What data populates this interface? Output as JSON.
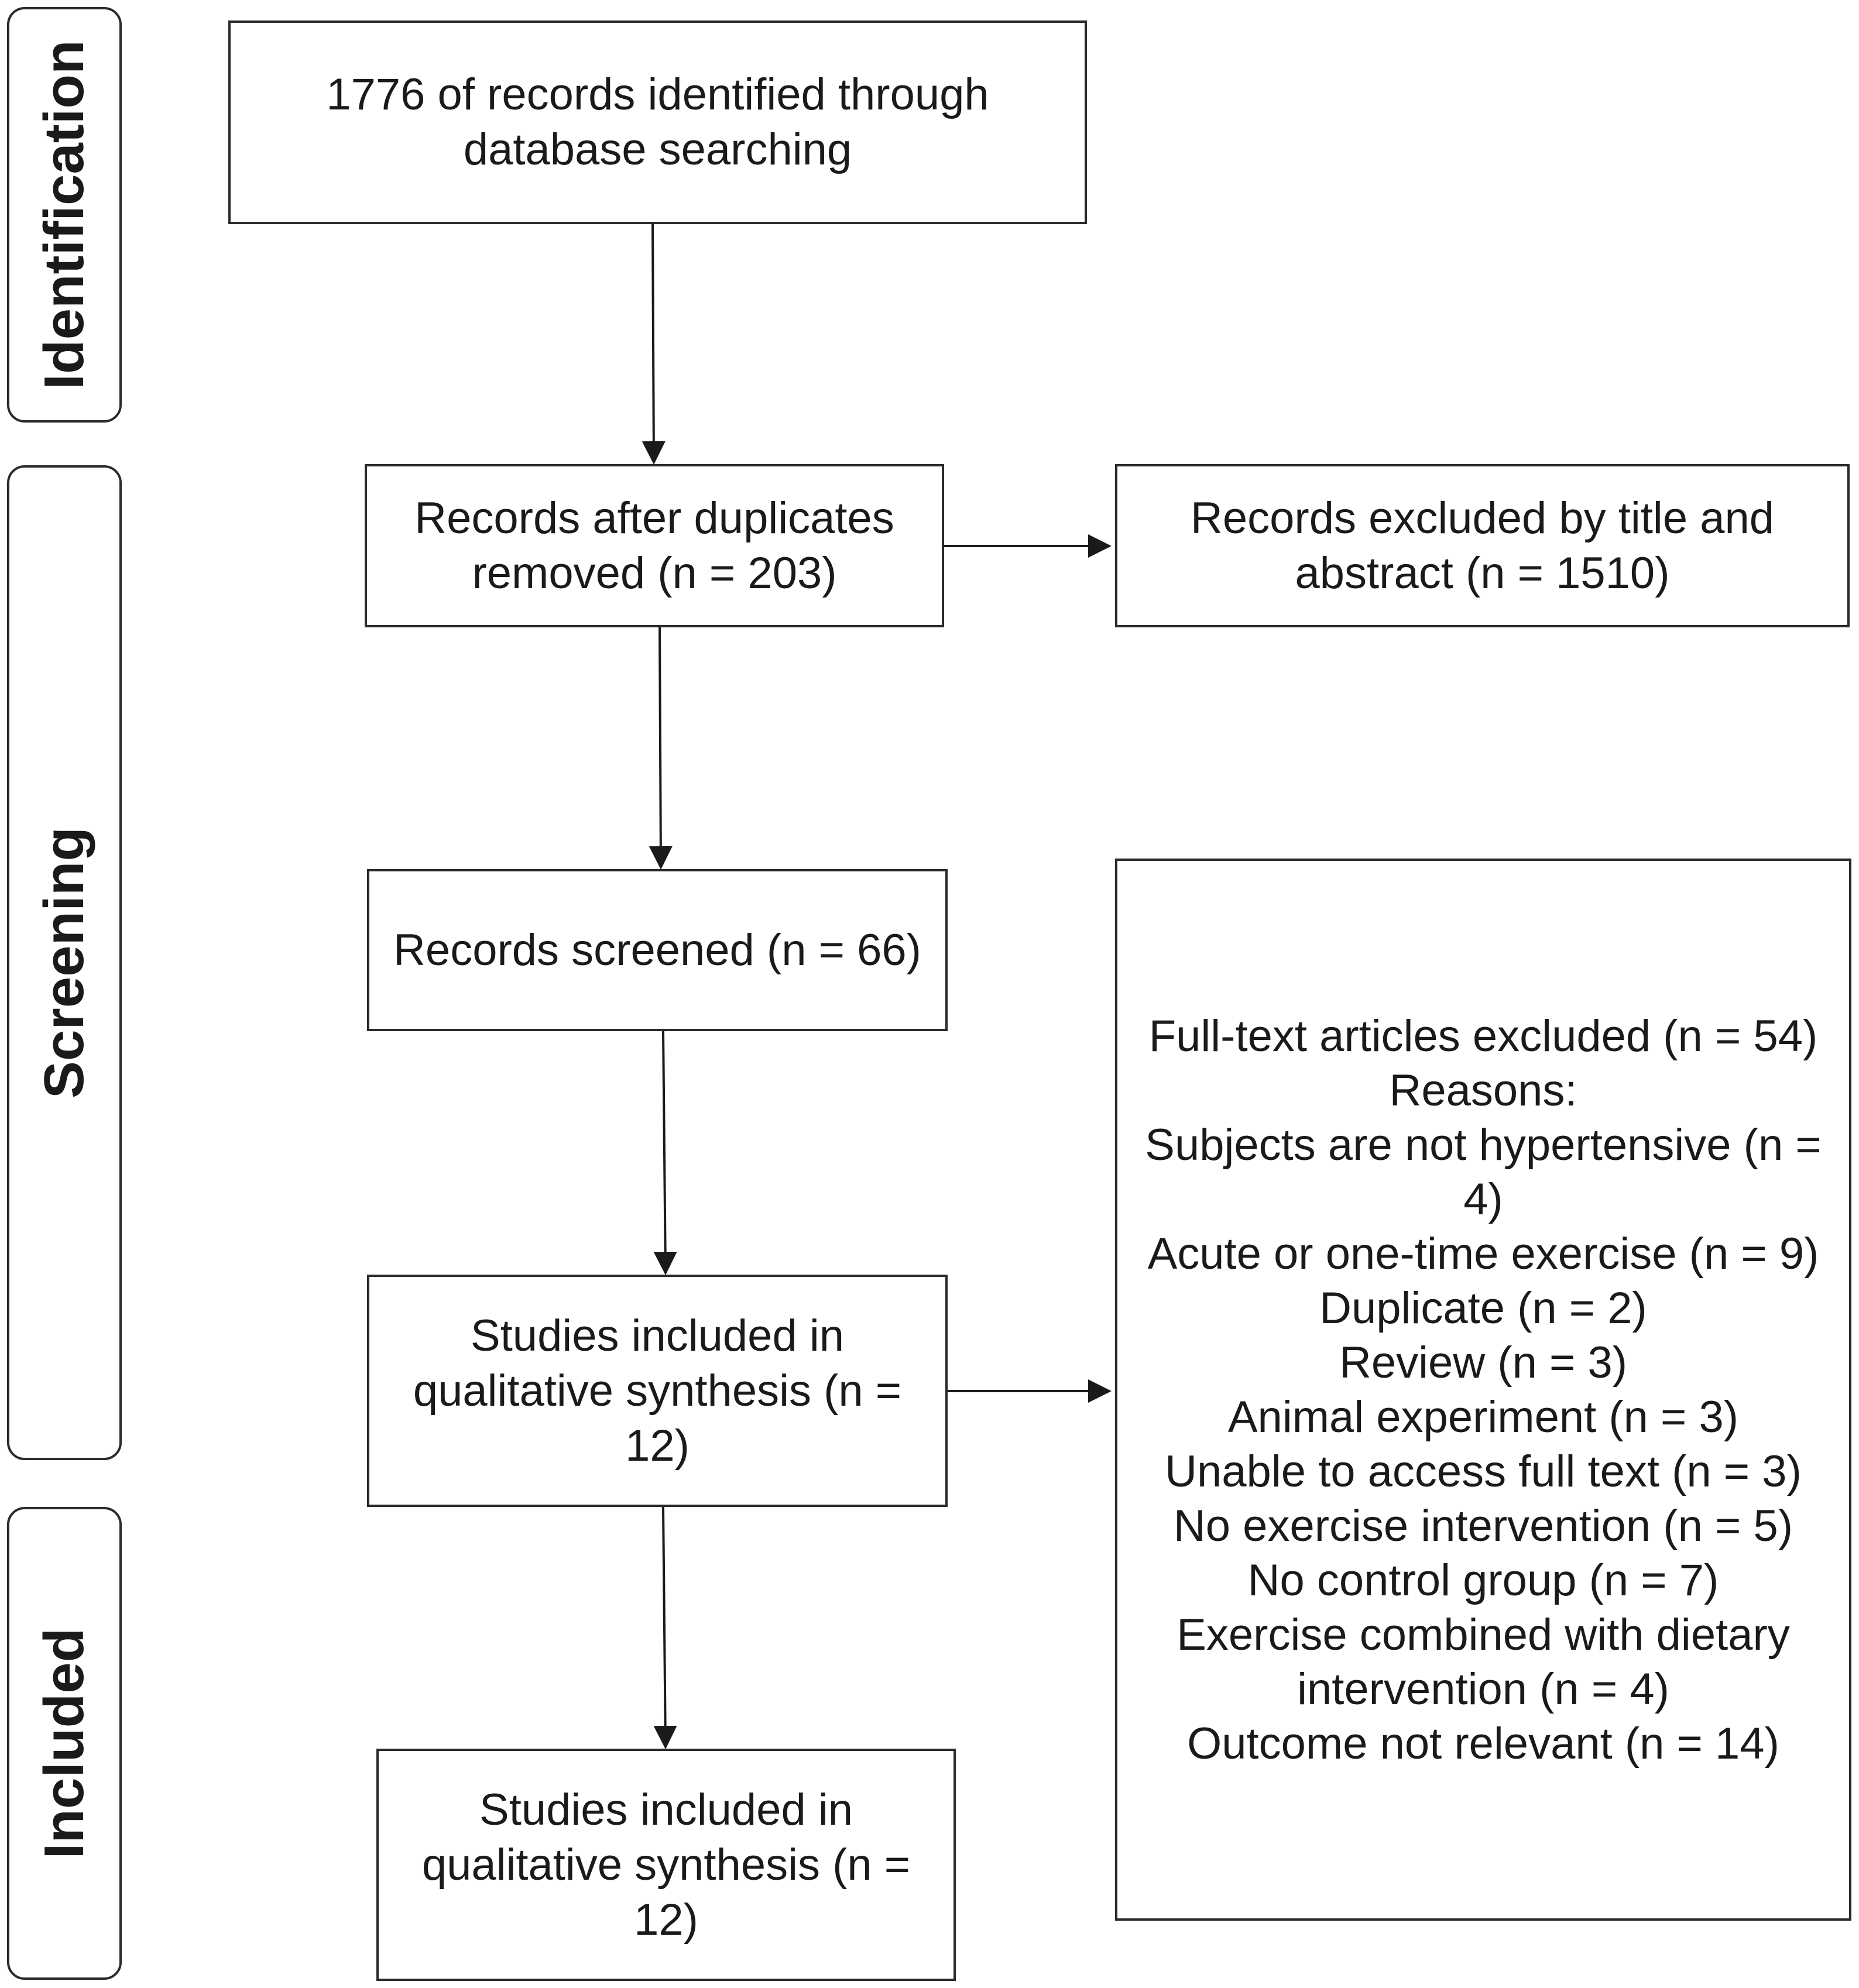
{
  "stages": {
    "identification": "Identification",
    "screening": "Screening",
    "included": "Included"
  },
  "boxes": {
    "identified": "1776 of records identified through database searching",
    "after_duplicates": "Records after duplicates removed (n = 203)",
    "excluded_title_abstract": "Records excluded by title and abstract (n = 1510)",
    "screened": "Records screened (n = 66)",
    "included_screening": "Studies included in qualitative synthesis (n = 12)",
    "included_final": "Studies included in qualitative synthesis (n = 12)"
  },
  "fulltext_excluded": {
    "heading": "Full-text articles excluded (n = 54)",
    "reasons_label": "Reasons:",
    "reasons": [
      "Subjects are not hypertensive (n = 4)",
      "Acute or one-time exercise (n = 9)",
      "Duplicate (n = 2)",
      "Review (n = 3)",
      "Animal experiment (n = 3)",
      "Unable to access full text (n = 3)",
      "No exercise intervention (n = 5)",
      "No control group (n = 7)",
      "Exercise combined with dietary intervention (n = 4)",
      "Outcome not relevant (n = 14)"
    ]
  }
}
